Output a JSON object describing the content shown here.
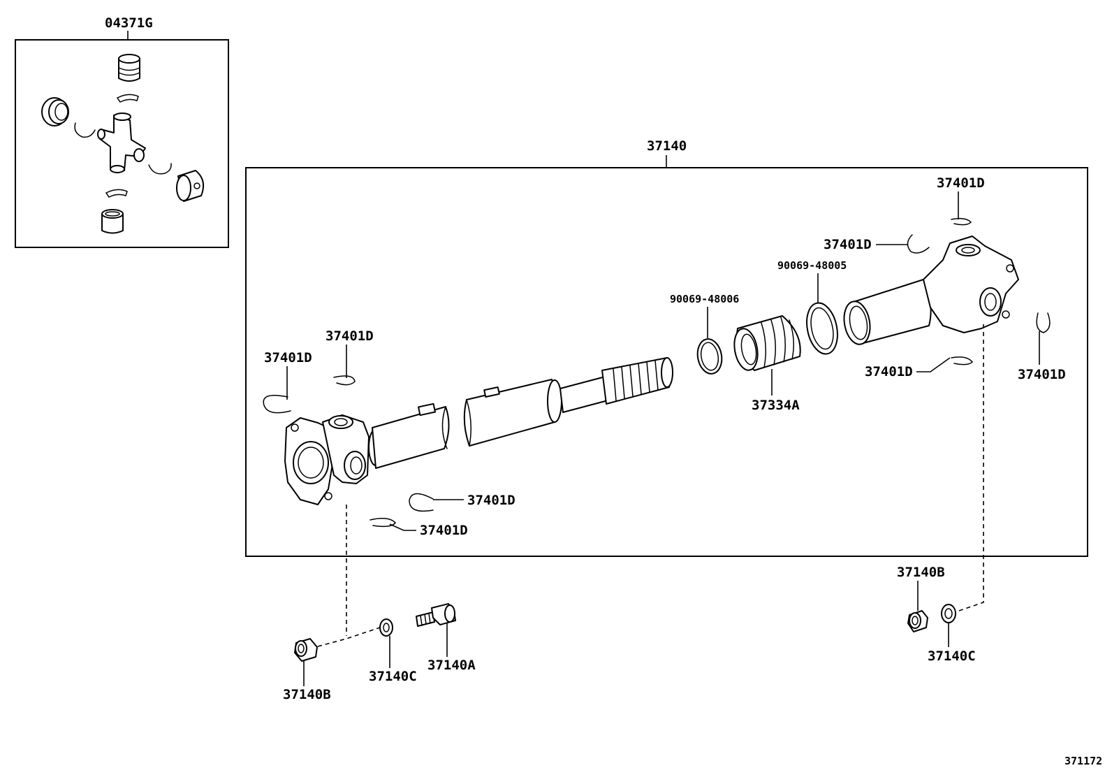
{
  "title": "",
  "diagram_id": "371172",
  "groups": [
    {
      "id": "universal-joint-kit",
      "label": "04371G"
    },
    {
      "id": "propeller-shaft-assembly",
      "label": "37140"
    }
  ],
  "callouts": {
    "ujoint_kit": "04371G",
    "shaft_assy": "37140",
    "snap_ring": "37401D",
    "boot_clamp_small": "90069-48006",
    "boot_clamp_large": "90069-48005",
    "dust_boot": "37334A",
    "bolt": "37140A",
    "nut": "37140B",
    "washer": "37140C"
  }
}
